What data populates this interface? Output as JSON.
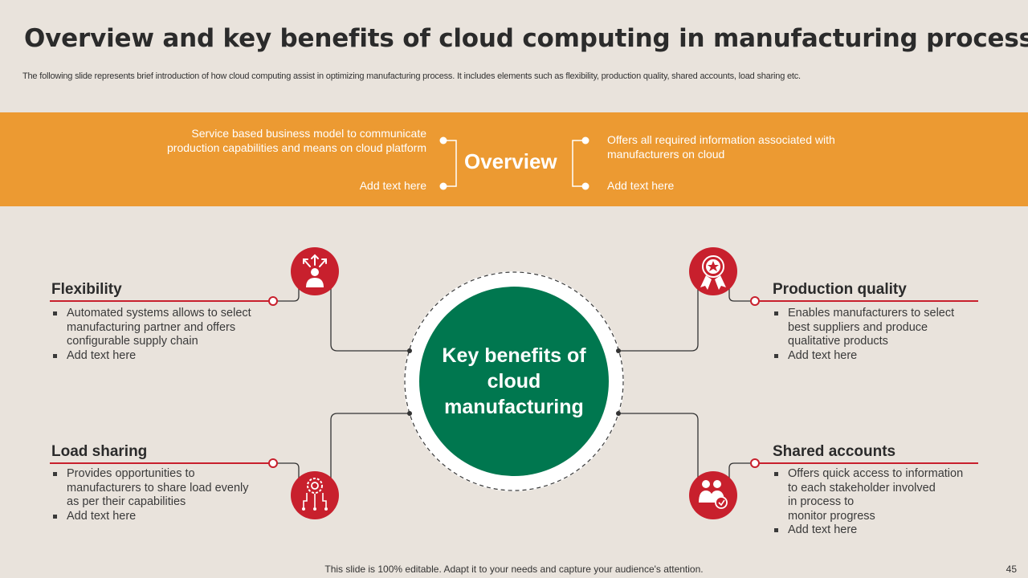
{
  "slide": {
    "title": "Overview and key benefits of cloud computing in manufacturing process",
    "subtitle": "The following slide represents brief introduction of how cloud computing assist in optimizing manufacturing process. It includes elements such as flexibility, production quality, shared accounts, load sharing etc.",
    "footer": "This slide is 100% editable. Adapt it to your needs and capture your audience's attention.",
    "page_number": "45"
  },
  "overview": {
    "label": "Overview",
    "left_top_line1": "Service based business model to communicate",
    "left_top_line2": "production capabilities and means on cloud platform",
    "left_bottom": "Add text here",
    "right_top_line1": "Offers all required information associated with",
    "right_top_line2": "manufacturers on cloud",
    "right_bottom": "Add text here"
  },
  "center": {
    "line1": "Key benefits of",
    "line2": "cloud",
    "line3": "manufacturing"
  },
  "benefits": {
    "flexibility": {
      "title": "Flexibility",
      "icon": "person-arrows-icon",
      "items": [
        "Automated systems allows to select",
        "manufacturing partner and offers",
        "configurable supply chain",
        "Add text here"
      ]
    },
    "production_quality": {
      "title": "Production quality",
      "icon": "award-ribbon-icon",
      "items": [
        "Enables manufacturers to select",
        "best suppliers and produce",
        "qualitative products",
        "Add text here"
      ]
    },
    "load_sharing": {
      "title": "Load sharing",
      "icon": "gear-circuit-icon",
      "items": [
        "Provides opportunities to",
        "manufacturers to share load evenly",
        "as per their capabilities",
        "Add text here"
      ]
    },
    "shared_accounts": {
      "title": "Shared accounts",
      "icon": "users-share-icon",
      "items": [
        "Offers quick access to information",
        "to each stakeholder involved",
        "in process to",
        "monitor progress",
        "Add text here"
      ]
    }
  },
  "colors": {
    "background": "#e9e3dc",
    "band": "#ec9a32",
    "accent_red": "#c8202d",
    "center_green": "#00774f"
  }
}
